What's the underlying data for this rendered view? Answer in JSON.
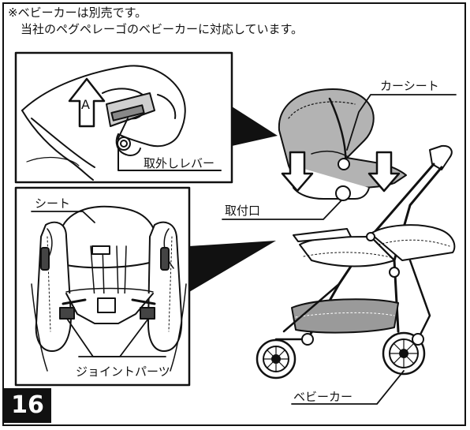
{
  "note": {
    "line1": "※ベビーカーは別売です。",
    "line2": "当社のペグペレーゴのベビーカーに対応しています。"
  },
  "labels": {
    "car_seat": "カーシート",
    "release_lever": "取外しレバー",
    "mount_port": "取付口",
    "seat": "シート",
    "joint_parts": "ジョイントパーツ",
    "stroller": "ベビーカー",
    "arrow_letter": "A"
  },
  "step_number": "16",
  "colors": {
    "ink": "#111111",
    "seat_fill": "#b3b3b3",
    "basket_fill": "#9a9a9a"
  }
}
